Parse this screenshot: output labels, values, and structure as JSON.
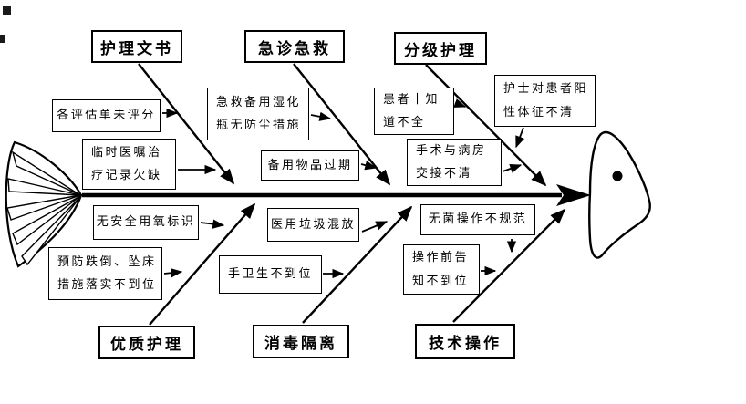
{
  "diagram": {
    "type": "fishbone",
    "ink_color": "#000000",
    "background_color": "#ffffff",
    "categories": [
      {
        "label": "护理文书",
        "side": "top"
      },
      {
        "label": "急诊急救",
        "side": "top"
      },
      {
        "label": "分级护理",
        "side": "top"
      },
      {
        "label": "优质护理",
        "side": "bottom"
      },
      {
        "label": "消毒隔离",
        "side": "bottom"
      },
      {
        "label": "技术操作",
        "side": "bottom"
      }
    ],
    "causes": [
      {
        "category": "护理文书",
        "text": "各评估单未评分",
        "lines": [
          "各评估单未评分"
        ]
      },
      {
        "category": "护理文书",
        "text": "临时医嘱治疗记录欠缺",
        "lines": [
          "临时医嘱治",
          "疗记录欠缺"
        ]
      },
      {
        "category": "急诊急救",
        "text": "急救备用湿化瓶无防尘措施",
        "lines": [
          "急救备用湿化",
          "瓶无防尘措施"
        ]
      },
      {
        "category": "急诊急救",
        "text": "备用物品过期",
        "lines": [
          "备用物品过期"
        ]
      },
      {
        "category": "分级护理",
        "text": "患者十知道不全",
        "lines": [
          "患者十知",
          "道不全"
        ]
      },
      {
        "category": "分级护理",
        "text": "手术与病房交接不清",
        "lines": [
          "手术与病房",
          "交接不清"
        ]
      },
      {
        "category": "分级护理",
        "text": "护士对患者阳性体征不清",
        "lines": [
          "护士对患者阳",
          "性体征不清"
        ]
      },
      {
        "category": "优质护理",
        "text": "无安全用氧标识",
        "lines": [
          "无安全用氧标识"
        ]
      },
      {
        "category": "优质护理",
        "text": "预防跌倒、坠床措施落实不到位",
        "lines": [
          "预防跌倒、坠床",
          "措施落实不到位"
        ]
      },
      {
        "category": "消毒隔离",
        "text": "医用垃圾混放",
        "lines": [
          "医用垃圾混放"
        ]
      },
      {
        "category": "消毒隔离",
        "text": "手卫生不到位",
        "lines": [
          "手卫生不到位"
        ]
      },
      {
        "category": "技术操作",
        "text": "无菌操作不规范",
        "lines": [
          "无菌操作不规范"
        ]
      },
      {
        "category": "技术操作",
        "text": "操作前告知不到位",
        "lines": [
          "操作前告",
          "知不到位"
        ]
      }
    ]
  }
}
